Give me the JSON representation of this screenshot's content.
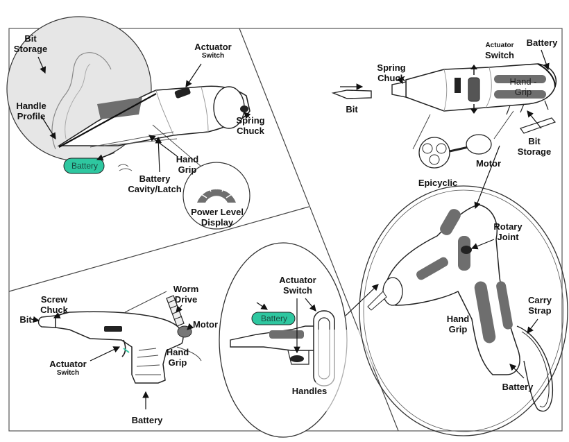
{
  "colors": {
    "battery_fill": "#2ec7a0",
    "shading": "#6e6e6e",
    "outline": "#222222",
    "frame": "#555555"
  },
  "panels": {
    "top_left": {
      "bit_storage": "Bit Storage",
      "handle_profile": "Handle Profile",
      "actuator": {
        "main": "Actuator",
        "sub": "Switch"
      },
      "spring_chuck": "Spring Chuck",
      "hand_grip": "Hand Grip",
      "battery_pack": "Battery",
      "battery_cavity": "Battery Cavity/Latch",
      "power_level_display": "Power Level Display"
    },
    "top_right": {
      "actuator": {
        "main": "Actuator",
        "sub": "Switch"
      },
      "battery": "Battery",
      "spring_chuck": "Spring Chuck",
      "hand_grip": "Hand - Grip",
      "bit": "Bit",
      "bit_storage": "Bit Storage",
      "motor": "Motor",
      "epicyclic": "Epicyclic"
    },
    "bottom_left": {
      "screw_chuck": "Screw Chuck",
      "bit": "Bit",
      "worm_drive": "Worm Drive",
      "motor": "Motor",
      "actuator": {
        "main": "Actuator",
        "sub": "Switch"
      },
      "hand_grip": "Hand Grip",
      "battery": "Battery"
    },
    "bottom_middle": {
      "actuator": "Actuator Switch",
      "battery_pack": "Battery",
      "handles": "Handles"
    },
    "bottom_right": {
      "rotary_joint": "Rotary Joint",
      "carry_strap": "Carry Strap",
      "hand_grip": "Hand Grip",
      "battery": "Battery"
    }
  }
}
